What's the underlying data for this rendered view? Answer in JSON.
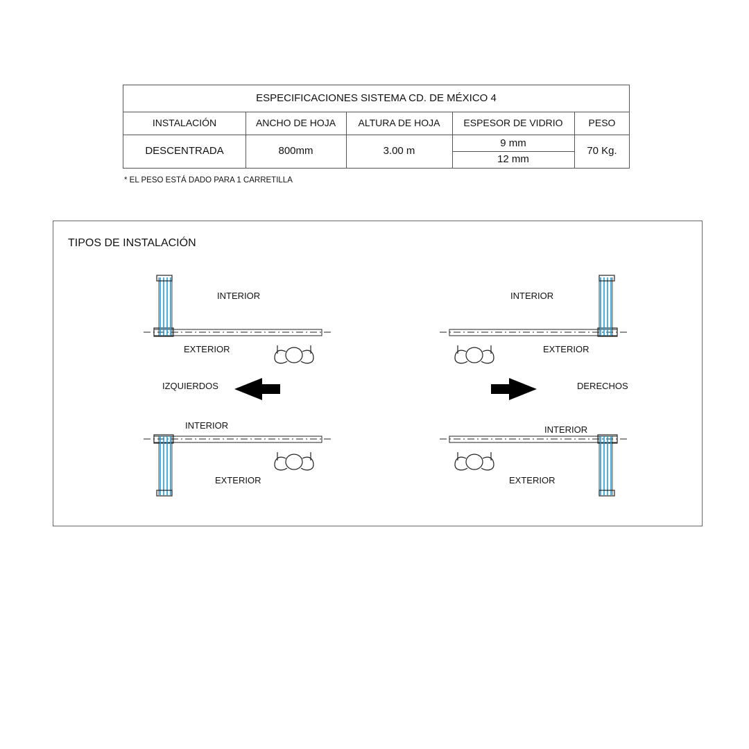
{
  "spec_table": {
    "title": "ESPECIFICACIONES SISTEMA CD. DE MÉXICO 4",
    "headers": [
      "INSTALACIÓN",
      "ANCHO DE HOJA",
      "ALTURA DE HOJA",
      "ESPESOR DE VIDRIO",
      "PESO"
    ],
    "row": {
      "instalacion": "DESCENTRADA",
      "ancho": "800mm",
      "altura": "3.00 m",
      "espesor": [
        "9 mm",
        "12 mm"
      ],
      "peso": "70 Kg."
    },
    "note": "* EL PESO ESTÁ DADO PARA 1 CARRETILLA"
  },
  "install_panel": {
    "title": "TIPOS DE INSTALACIÓN",
    "left_group_label": "IZQUIERDOS",
    "right_group_label": "DERECHOS",
    "labels": {
      "interior": "INTERIOR",
      "exterior": "EXTERIOR"
    }
  },
  "colors": {
    "glass": "#1a9bd7",
    "line": "#222222",
    "border": "#555555"
  }
}
